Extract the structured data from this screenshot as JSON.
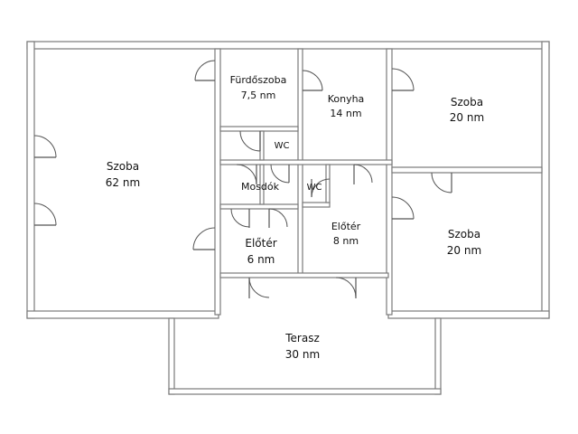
{
  "rooms": [
    {
      "id": "szoba-big",
      "name": "Szoba",
      "area": "62 nm"
    },
    {
      "id": "furdoszoba",
      "name": "Fürdőszoba",
      "area": "7,5 nm"
    },
    {
      "id": "konyha",
      "name": "Konyha",
      "area": "14 nm"
    },
    {
      "id": "szoba-ne",
      "name": "Szoba",
      "area": "20 nm"
    },
    {
      "id": "wc-1",
      "name": "WC",
      "area": ""
    },
    {
      "id": "mosdok",
      "name": "Mosdók",
      "area": ""
    },
    {
      "id": "wc-2",
      "name": "WC",
      "area": ""
    },
    {
      "id": "eloter-1",
      "name": "Előtér",
      "area": "6 nm"
    },
    {
      "id": "eloter-2",
      "name": "Előtér",
      "area": "8 nm"
    },
    {
      "id": "szoba-se",
      "name": "Szoba",
      "area": "20 nm"
    },
    {
      "id": "terasz",
      "name": "Terasz",
      "area": "30 nm"
    }
  ],
  "colors": {
    "wall": "#7a7a7a",
    "door": "#555555",
    "text": "#111111",
    "background": "#ffffff"
  }
}
